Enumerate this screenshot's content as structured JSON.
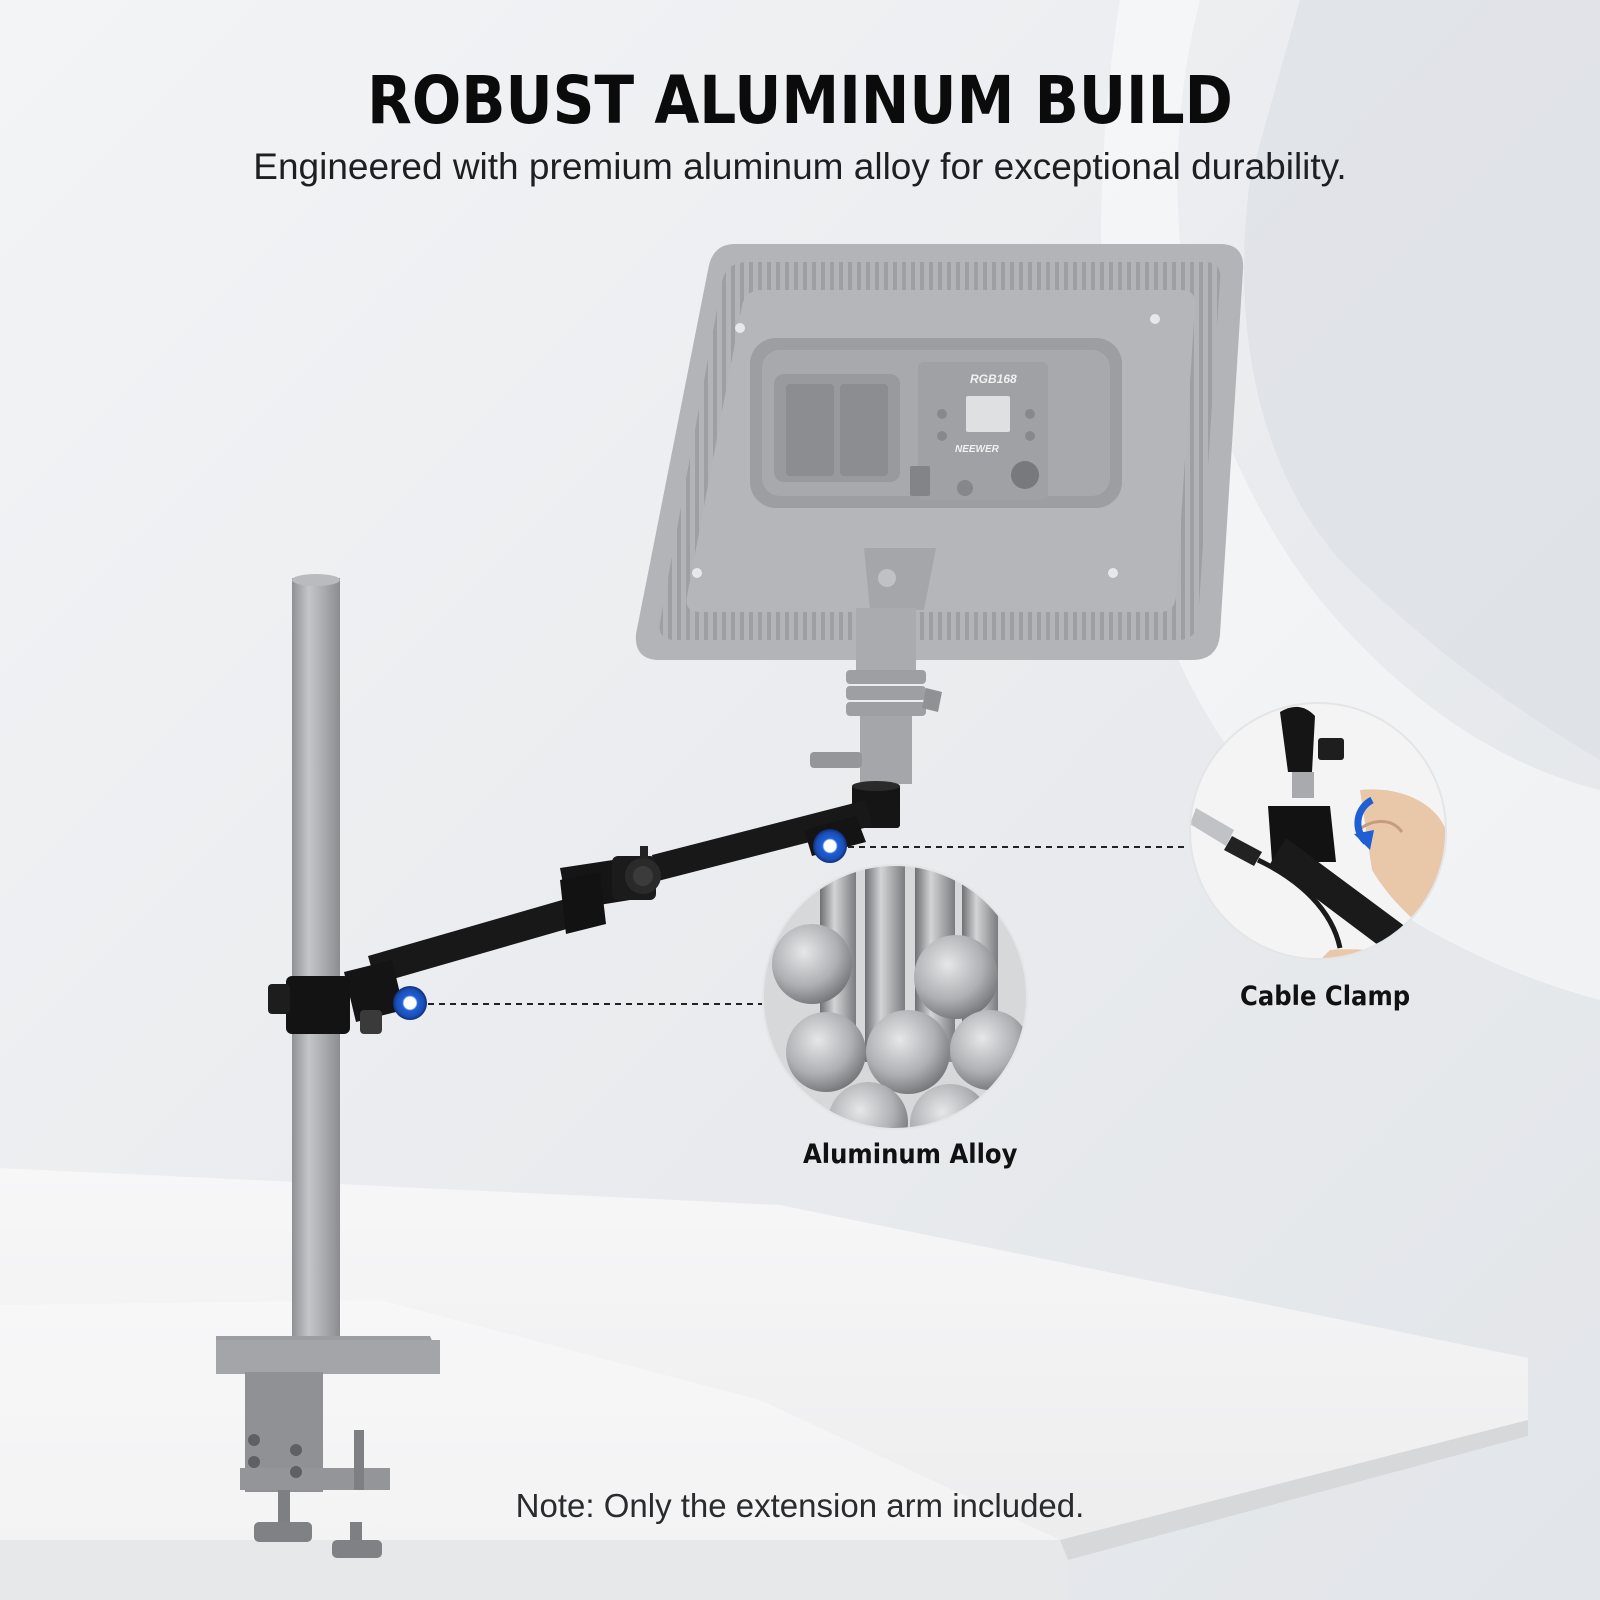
{
  "header": {
    "title": "ROBUST ALUMINUM BUILD",
    "subtitle": "Engineered with premium aluminum alloy for exceptional durability."
  },
  "callouts": {
    "alloy_label": "Aluminum Alloy",
    "cable_label": "Cable Clamp"
  },
  "light_panel": {
    "model": "RGB168",
    "brand": "NEEWER"
  },
  "footer": {
    "note": "Note: Only the extension arm included."
  },
  "colors": {
    "accent_blue": "#1f5fd6",
    "arm_black": "#151515",
    "pole_gray": "#a9abae",
    "panel_gray": "#b3b5b8"
  }
}
